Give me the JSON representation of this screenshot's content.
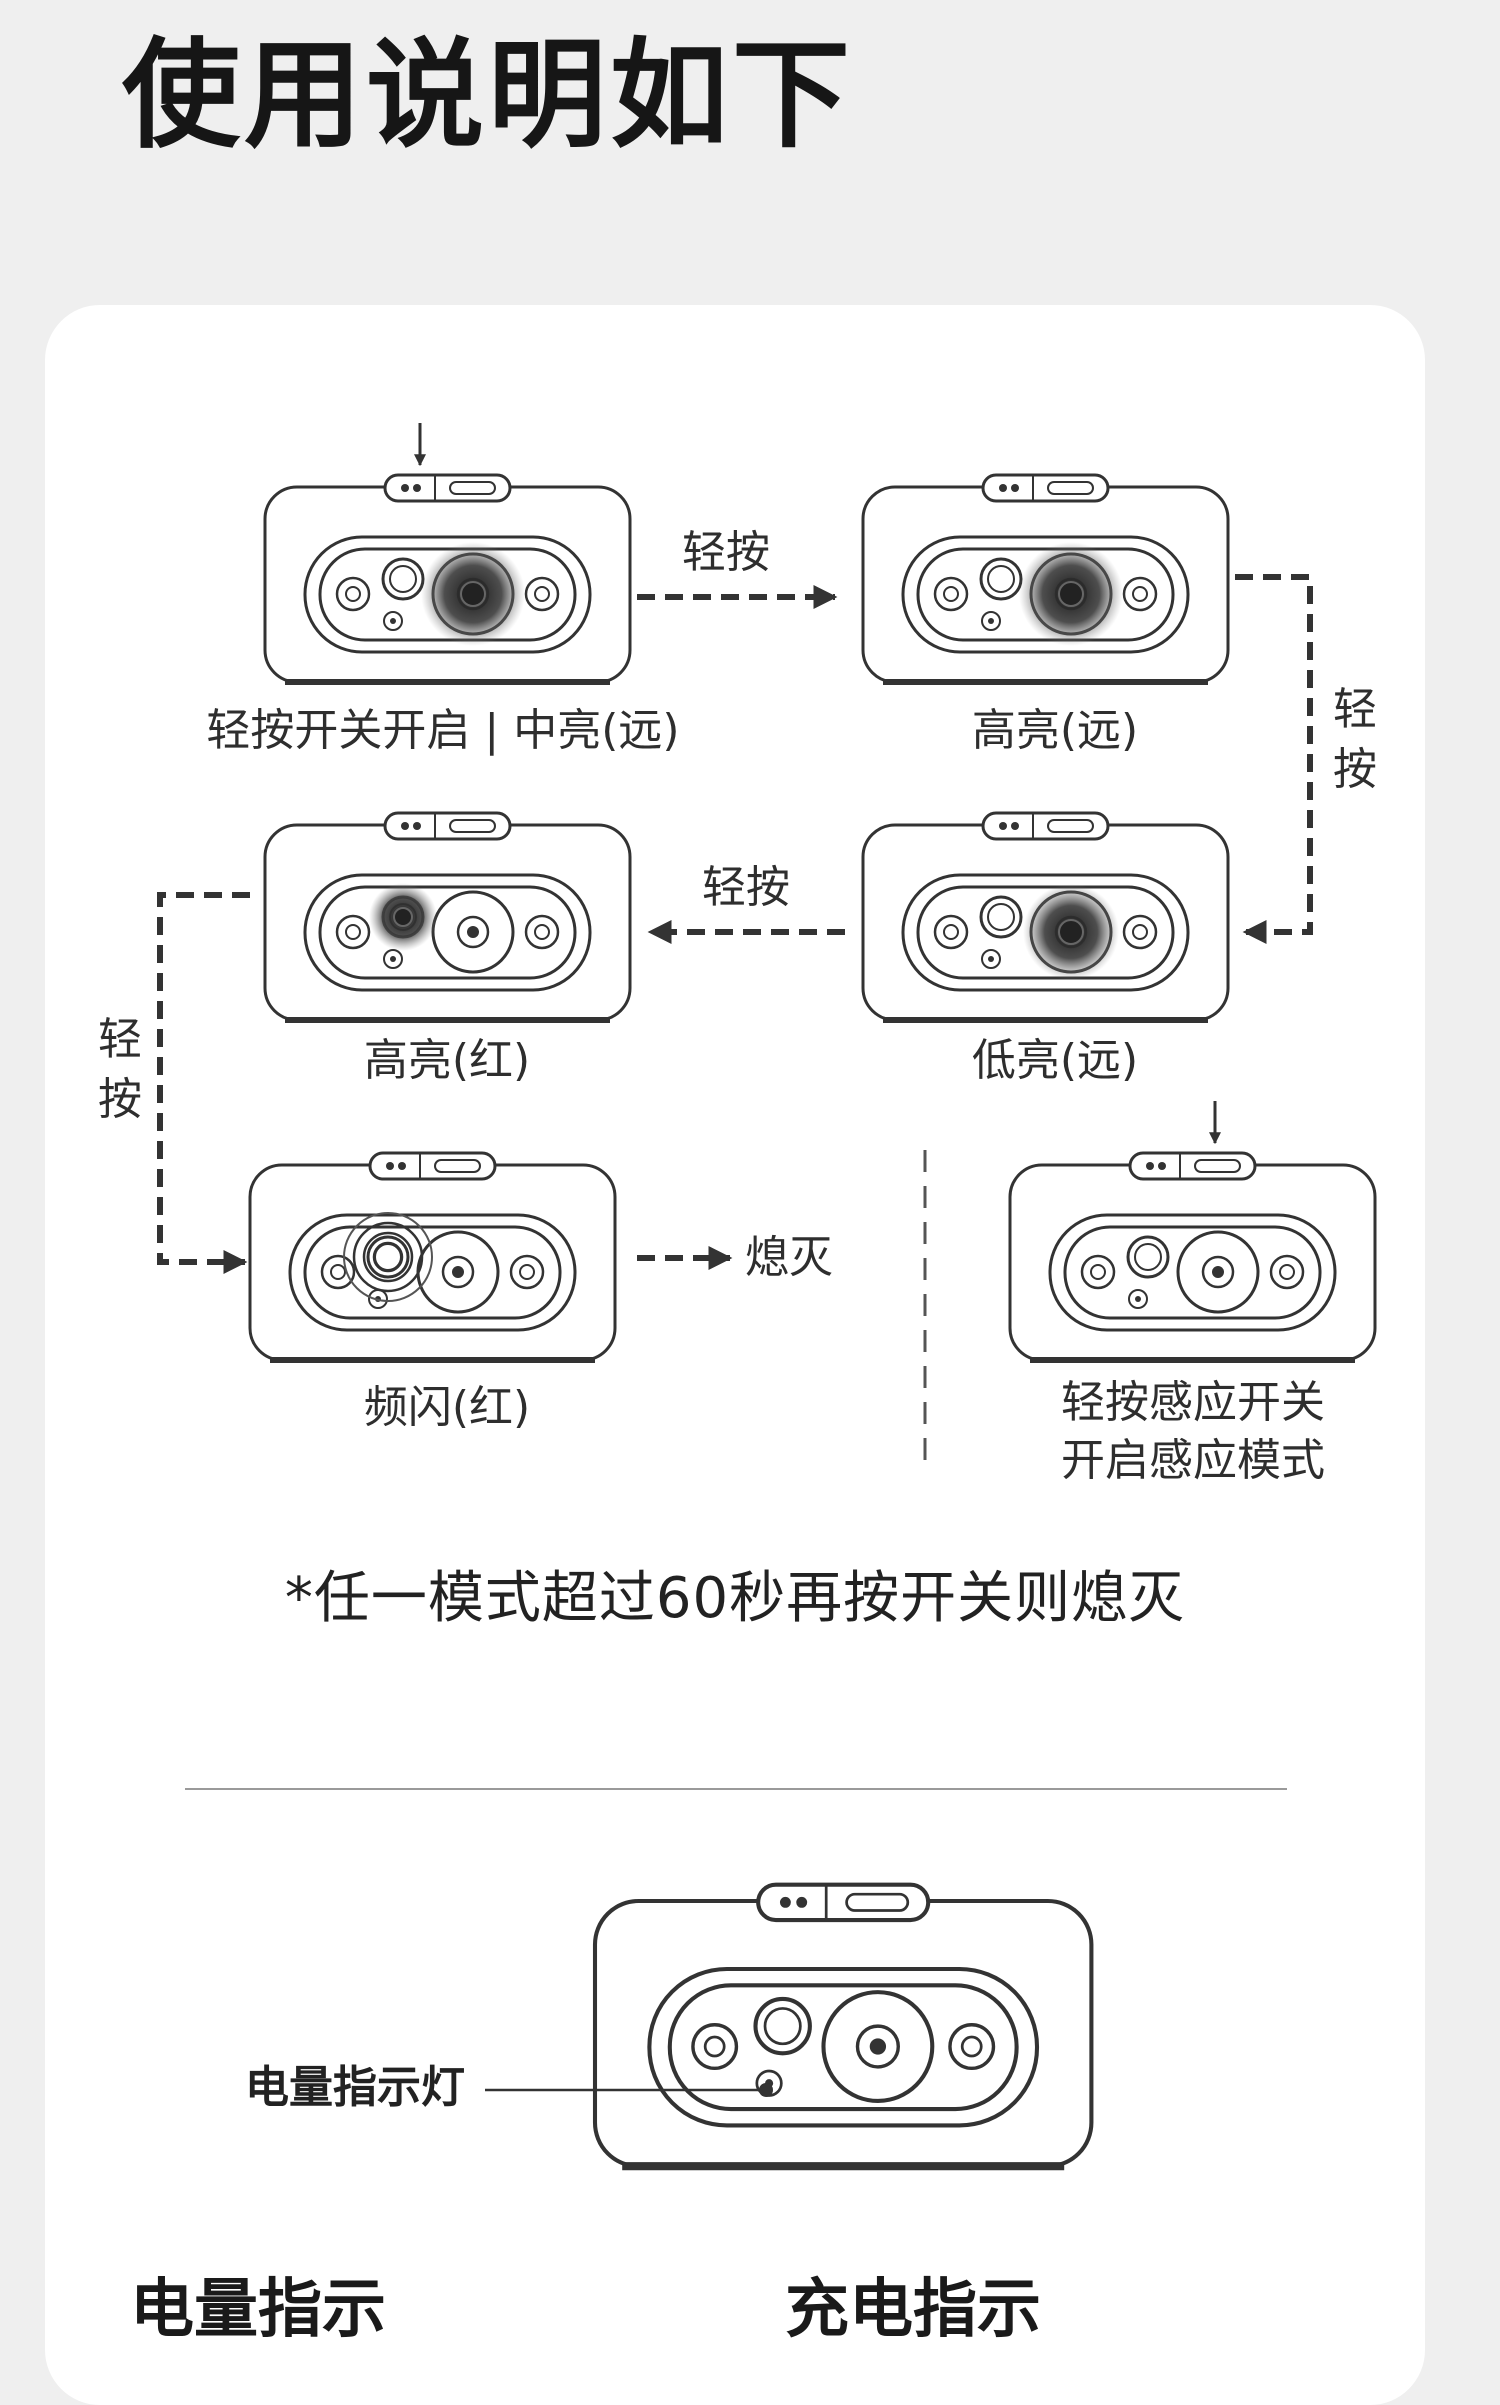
{
  "title": "使用说明如下",
  "steps": [
    {
      "caption": "轻按开关开启 | 中亮(远)"
    },
    {
      "caption": "高亮(远)"
    },
    {
      "caption": "低亮(远)"
    },
    {
      "caption": "高亮(红)"
    },
    {
      "caption": "频闪(红)"
    }
  ],
  "action_label": "轻按",
  "off_label": "熄灭",
  "sensor": {
    "line1": "轻按感应开关",
    "line2": "开启感应模式"
  },
  "note": "*任一模式超过60秒再按开关则熄灭",
  "battery_indicator_label": "电量指示灯",
  "bottom_headings": {
    "left": "电量指示",
    "right": "充电指示"
  },
  "colors": {
    "card": "#ffffff",
    "background": "#efefef",
    "line": "#333333"
  }
}
